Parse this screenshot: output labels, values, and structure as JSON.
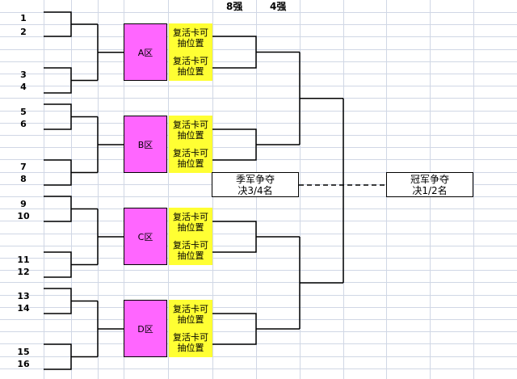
{
  "headers": {
    "round8": "8强",
    "round4": "4强"
  },
  "seeds": [
    "1",
    "2",
    "3",
    "4",
    "5",
    "6",
    "7",
    "8",
    "9",
    "10",
    "11",
    "12",
    "13",
    "14",
    "15",
    "16"
  ],
  "zones": [
    {
      "label": "A区",
      "revive": [
        [
          "复活卡可",
          "抽位置"
        ],
        [
          "复活卡可",
          "抽位置"
        ]
      ]
    },
    {
      "label": "B区",
      "revive": [
        [
          "复活卡可",
          "抽位置"
        ],
        [
          "复活卡可",
          "抽位置"
        ]
      ]
    },
    {
      "label": "C区",
      "revive": [
        [
          "复活卡可",
          "抽位置"
        ],
        [
          "复活卡可",
          "抽位置"
        ]
      ]
    },
    {
      "label": "D区",
      "revive": [
        [
          "复活卡可",
          "抽位置"
        ],
        [
          "复活卡可",
          "抽位置"
        ]
      ]
    }
  ],
  "third_place": {
    "line1": "季军争夺",
    "line2": "决3/4名"
  },
  "final": {
    "line1": "冠军争夺",
    "line2": "决1/2名"
  },
  "colors": {
    "zone": "#ff66ff",
    "revive": "#ffff33",
    "grid": "#d0d7e5",
    "line": "#000000"
  }
}
